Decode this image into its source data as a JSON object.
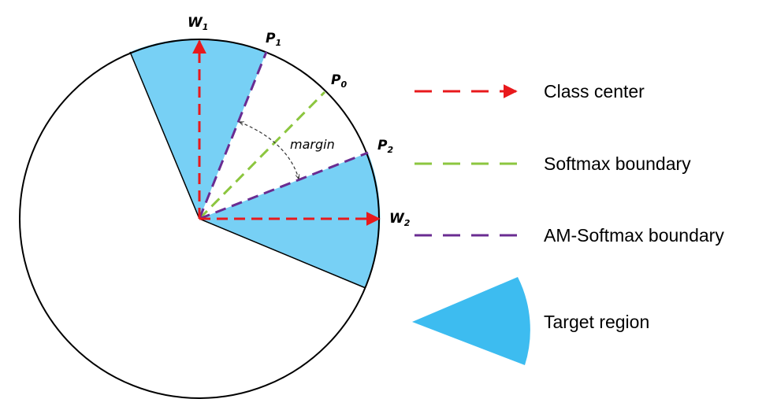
{
  "diagram": {
    "colors": {
      "circle_stroke": "#000000",
      "target_fill": "#77D0F5",
      "legend_fill": "#3DBCF0",
      "class_center": "#E8191C",
      "softmax_boundary": "#8CC63F",
      "am_softmax_boundary": "#6A2C91",
      "margin_arc": "#333333"
    },
    "labels": {
      "w1": "W",
      "w1_sub": "1",
      "w2": "W",
      "w2_sub": "2",
      "p0": "P",
      "p0_sub": "0",
      "p1": "P",
      "p1_sub": "1",
      "p2": "P",
      "p2_sub": "2",
      "margin": "margin"
    },
    "legend": [
      {
        "key": "class_center",
        "label": "Class center"
      },
      {
        "key": "softmax_boundary",
        "label": "Softmax boundary"
      },
      {
        "key": "am_softmax_boundary",
        "label": "AM-Softmax boundary"
      },
      {
        "key": "target_region",
        "label": "Target region"
      }
    ]
  }
}
